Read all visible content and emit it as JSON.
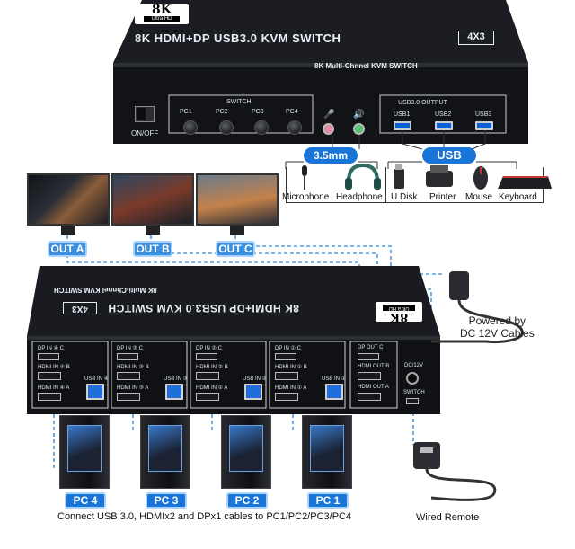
{
  "top_unit": {
    "logo_main": "8K",
    "logo_sub": "Ultra HD",
    "model": "8K HDMI+DP USB3.0 KVM SWITCH",
    "badge": "4X3",
    "sub_label": "8K Multi-Chnnel KVM SWITCH",
    "power_label": "ON/OFF",
    "switch_label": "SWITCH",
    "pc_buttons": [
      "PC1",
      "PC2",
      "PC3",
      "PC4"
    ],
    "usb_group_label": "USB3.0 OUTPUT",
    "usb_ports": [
      "USB1",
      "USB2",
      "USB3"
    ]
  },
  "audio_pill": "3.5mm",
  "usb_pill": "USB",
  "devices": [
    "Microphone",
    "Headphone",
    "U Disk",
    "Printer",
    "Mouse",
    "Keyboard"
  ],
  "outputs": [
    "OUT A",
    "OUT B",
    "OUT C"
  ],
  "rear_unit": {
    "logo_main": "8K",
    "logo_sub": "Ultra HD",
    "model": "8K HDMI+DP USB3.0 KVM SWITCH",
    "badge": "4X3",
    "sub_label": "8K Multi-Chnnel KVM SWITCH",
    "port_groups": [
      {
        "dp": "DP IN ④ C",
        "hdmi_b": "HDMI IN ④ B",
        "hdmi_a": "HDMI IN ④ A",
        "usb": "USB IN ④"
      },
      {
        "dp": "DP IN ③ C",
        "hdmi_b": "HDMI IN ③ B",
        "hdmi_a": "HDMI IN ③ A",
        "usb": "USB IN ③"
      },
      {
        "dp": "DP IN ② C",
        "hdmi_b": "HDMI IN ② B",
        "hdmi_a": "HDMI IN ② A",
        "usb": "USB IN ②"
      },
      {
        "dp": "DP IN ① C",
        "hdmi_b": "HDMI IN ① B",
        "hdmi_a": "HDMI IN ① A",
        "usb": "USB IN ①"
      }
    ],
    "out_group": {
      "dp": "DP OUT C",
      "hdmi_b": "HDMI OUT B",
      "hdmi_a": "HDMI OUT A"
    },
    "dc_label": "DC/12V",
    "switch_label": "SWITCH"
  },
  "power_note": "Powered by\nDC 12V Cables",
  "pcs": [
    "PC 4",
    "PC 3",
    "PC 2",
    "PC 1"
  ],
  "connect_note": "Connect USB 3.0, HDMIx2 and DPx1 cables to PC1/PC2/PC3/PC4",
  "remote_note": "Wired Remote",
  "colors": {
    "accent": "#1976d8",
    "dash": "#4b9de6",
    "unit": "#111216"
  }
}
